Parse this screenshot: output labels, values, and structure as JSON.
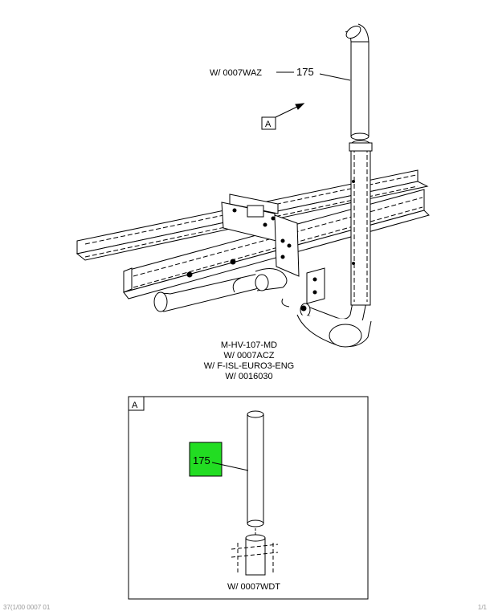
{
  "main_view": {
    "callout_condition": "W/ 0007WAZ",
    "callout_part": "175",
    "view_ref_label": "A"
  },
  "caption": {
    "lines": [
      "M-HV-107-MD",
      "W/ 0007ACZ",
      "W/ F-ISL-EURO3-ENG",
      "W/ 0016030"
    ]
  },
  "detail_view": {
    "label": "A",
    "part_number": "175",
    "condition": "W/ 0007WDT",
    "highlight_color": "#22dd22"
  },
  "footer": {
    "left": "37(1/00 0007 01",
    "right": "1/1"
  }
}
